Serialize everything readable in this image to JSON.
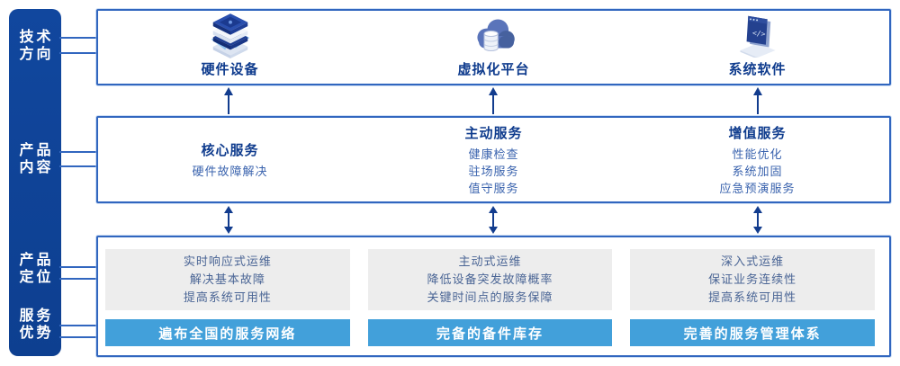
{
  "colors": {
    "sidebar_bg": "#11479e",
    "box_border": "#3166bf",
    "heading_text": "#0e3b8d",
    "sub_text": "#3a63ae",
    "gray_box_bg": "#ededed",
    "gray_box_text": "#4a6595",
    "advantage_bar_bg": "#42a0da",
    "advantage_bar_text": "#ffffff",
    "arrow": "#123c8e"
  },
  "sidebar": {
    "items": [
      {
        "line1": "技术",
        "line2": "方向"
      },
      {
        "line1": "产品",
        "line2": "内容"
      },
      {
        "line1": "产品",
        "line2": "定位"
      },
      {
        "line1": "服务",
        "line2": "优势"
      }
    ]
  },
  "tech_row": {
    "items": [
      {
        "icon": "server-stack-icon",
        "label": "硬件设备"
      },
      {
        "icon": "cloud-database-icon",
        "label": "虚拟化平台"
      },
      {
        "icon": "software-window-icon",
        "label": "系统软件"
      }
    ]
  },
  "content_row": {
    "columns": [
      {
        "heading": "核心服务",
        "items": [
          "硬件故障解决"
        ]
      },
      {
        "heading": "主动服务",
        "items": [
          "健康检查",
          "驻场服务",
          "值守服务"
        ]
      },
      {
        "heading": "增值服务",
        "items": [
          "性能优化",
          "系统加固",
          "应急预演服务"
        ]
      }
    ]
  },
  "position_row": {
    "columns": [
      {
        "positioning": [
          "实时响应式运维",
          "解决基本故障",
          "提高系统可用性"
        ],
        "advantage": "遍布全国的服务网络"
      },
      {
        "positioning": [
          "主动式运维",
          "降低设备突发故障概率",
          "关键时间点的服务保障"
        ],
        "advantage": "完备的备件库存"
      },
      {
        "positioning": [
          "深入式运维",
          "保证业务连续性",
          "提高系统可用性"
        ],
        "advantage": "完善的服务管理体系"
      }
    ]
  }
}
